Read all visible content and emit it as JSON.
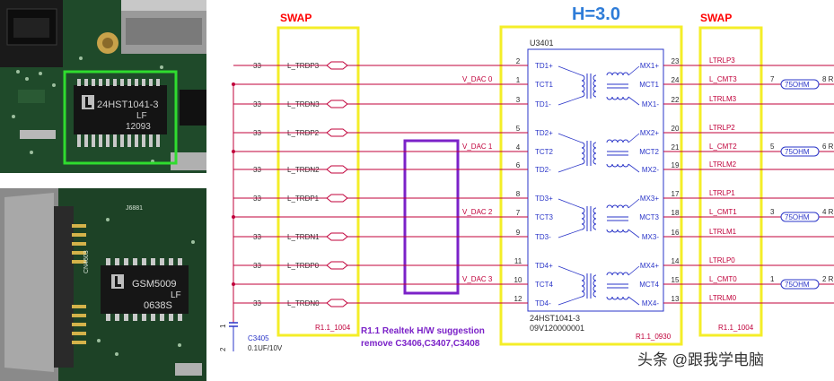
{
  "photos": {
    "top": {
      "chip_line1": "24HST1041-3",
      "chip_line2": "LF",
      "chip_line3": "12093"
    },
    "bottom": {
      "chip_line1": "GSM5009",
      "chip_line2": "LF",
      "chip_line3": "0638S",
      "board_label_1": "CN4603",
      "board_label_2": "J6881"
    }
  },
  "title": "H=3.0",
  "swap_left": "SWAP",
  "swap_right": "SWAP",
  "left_resistors": [
    "33",
    "33",
    "33",
    "33",
    "33",
    "33",
    "33",
    "33"
  ],
  "left_nets": [
    "L_TRDP3",
    "L_TRDN3",
    "L_TRDP2",
    "L_TRDN2",
    "L_TRDP1",
    "L_TRDN1",
    "L_TRDP0",
    "L_TRDN0"
  ],
  "left_revision": "R1.1_1004",
  "v_dac": [
    "V_DAC 0",
    "V_DAC 1",
    "V_DAC 2",
    "V_DAC 3"
  ],
  "chip": {
    "ref": "U3401",
    "part": "24HST1041-3",
    "code": "09V120000001",
    "revision": "R1.1_0930",
    "left_pins": [
      {
        "num": "2",
        "name": "TD1+"
      },
      {
        "num": "1",
        "name": "TCT1"
      },
      {
        "num": "3",
        "name": "TD1-"
      },
      {
        "num": "5",
        "name": "TD2+"
      },
      {
        "num": "4",
        "name": "TCT2"
      },
      {
        "num": "6",
        "name": "TD2-"
      },
      {
        "num": "8",
        "name": "TD3+"
      },
      {
        "num": "7",
        "name": "TCT3"
      },
      {
        "num": "9",
        "name": "TD3-"
      },
      {
        "num": "11",
        "name": "TD4+"
      },
      {
        "num": "10",
        "name": "TCT4"
      },
      {
        "num": "12",
        "name": "TD4-"
      }
    ],
    "right_pins": [
      {
        "num": "23",
        "name": "MX1+"
      },
      {
        "num": "24",
        "name": "MCT1"
      },
      {
        "num": "22",
        "name": "MX1-"
      },
      {
        "num": "20",
        "name": "MX2+"
      },
      {
        "num": "21",
        "name": "MCT2"
      },
      {
        "num": "19",
        "name": "MX2-"
      },
      {
        "num": "17",
        "name": "MX3+"
      },
      {
        "num": "18",
        "name": "MCT3"
      },
      {
        "num": "16",
        "name": "MX3-"
      },
      {
        "num": "14",
        "name": "MX4+"
      },
      {
        "num": "15",
        "name": "MCT4"
      },
      {
        "num": "13",
        "name": "MX4-"
      }
    ]
  },
  "right_nets": [
    "LTRLP3",
    "L_CMT3",
    "LTRLM3",
    "LTRLP2",
    "L_CMT2",
    "LTRLM2",
    "LTRLP1",
    "L_CMT1",
    "LTRLM1",
    "LTRLP0",
    "L_CMT0",
    "LTRLM0"
  ],
  "right_revision": "R1.1_1004",
  "terminations": [
    {
      "pin_left": "7",
      "ohm": "75OHM",
      "pin_right": "8",
      "suffix": "R"
    },
    {
      "pin_left": "5",
      "ohm": "75OHM",
      "pin_right": "6",
      "suffix": "R"
    },
    {
      "pin_left": "3",
      "ohm": "75OHM",
      "pin_right": "4",
      "suffix": "R"
    },
    {
      "pin_left": "1",
      "ohm": "75OHM",
      "pin_right": "2",
      "suffix": "R"
    }
  ],
  "capacitor": {
    "ref": "C3405",
    "value": "0.1UF/10V",
    "pin1": "1",
    "pin2": "2"
  },
  "note": {
    "line1": "R1.1 Realtek H/W suggestion",
    "line2": "remove C3406,C3407,C3408"
  },
  "watermark": "头条 @跟我学电脑",
  "colors": {
    "net_line": "#c0003a",
    "swap_label": "#ff0000",
    "highlight_yellow": "#f4ee28",
    "highlight_purple": "#7b22c8",
    "title_blue": "#2e7cd8",
    "chip_outline": "#2a35c8",
    "pin_text": "#2a35c8",
    "net_text": "#c0003a",
    "note_text": "#7b22c8",
    "photo_green_box": "#2fdc2f"
  }
}
